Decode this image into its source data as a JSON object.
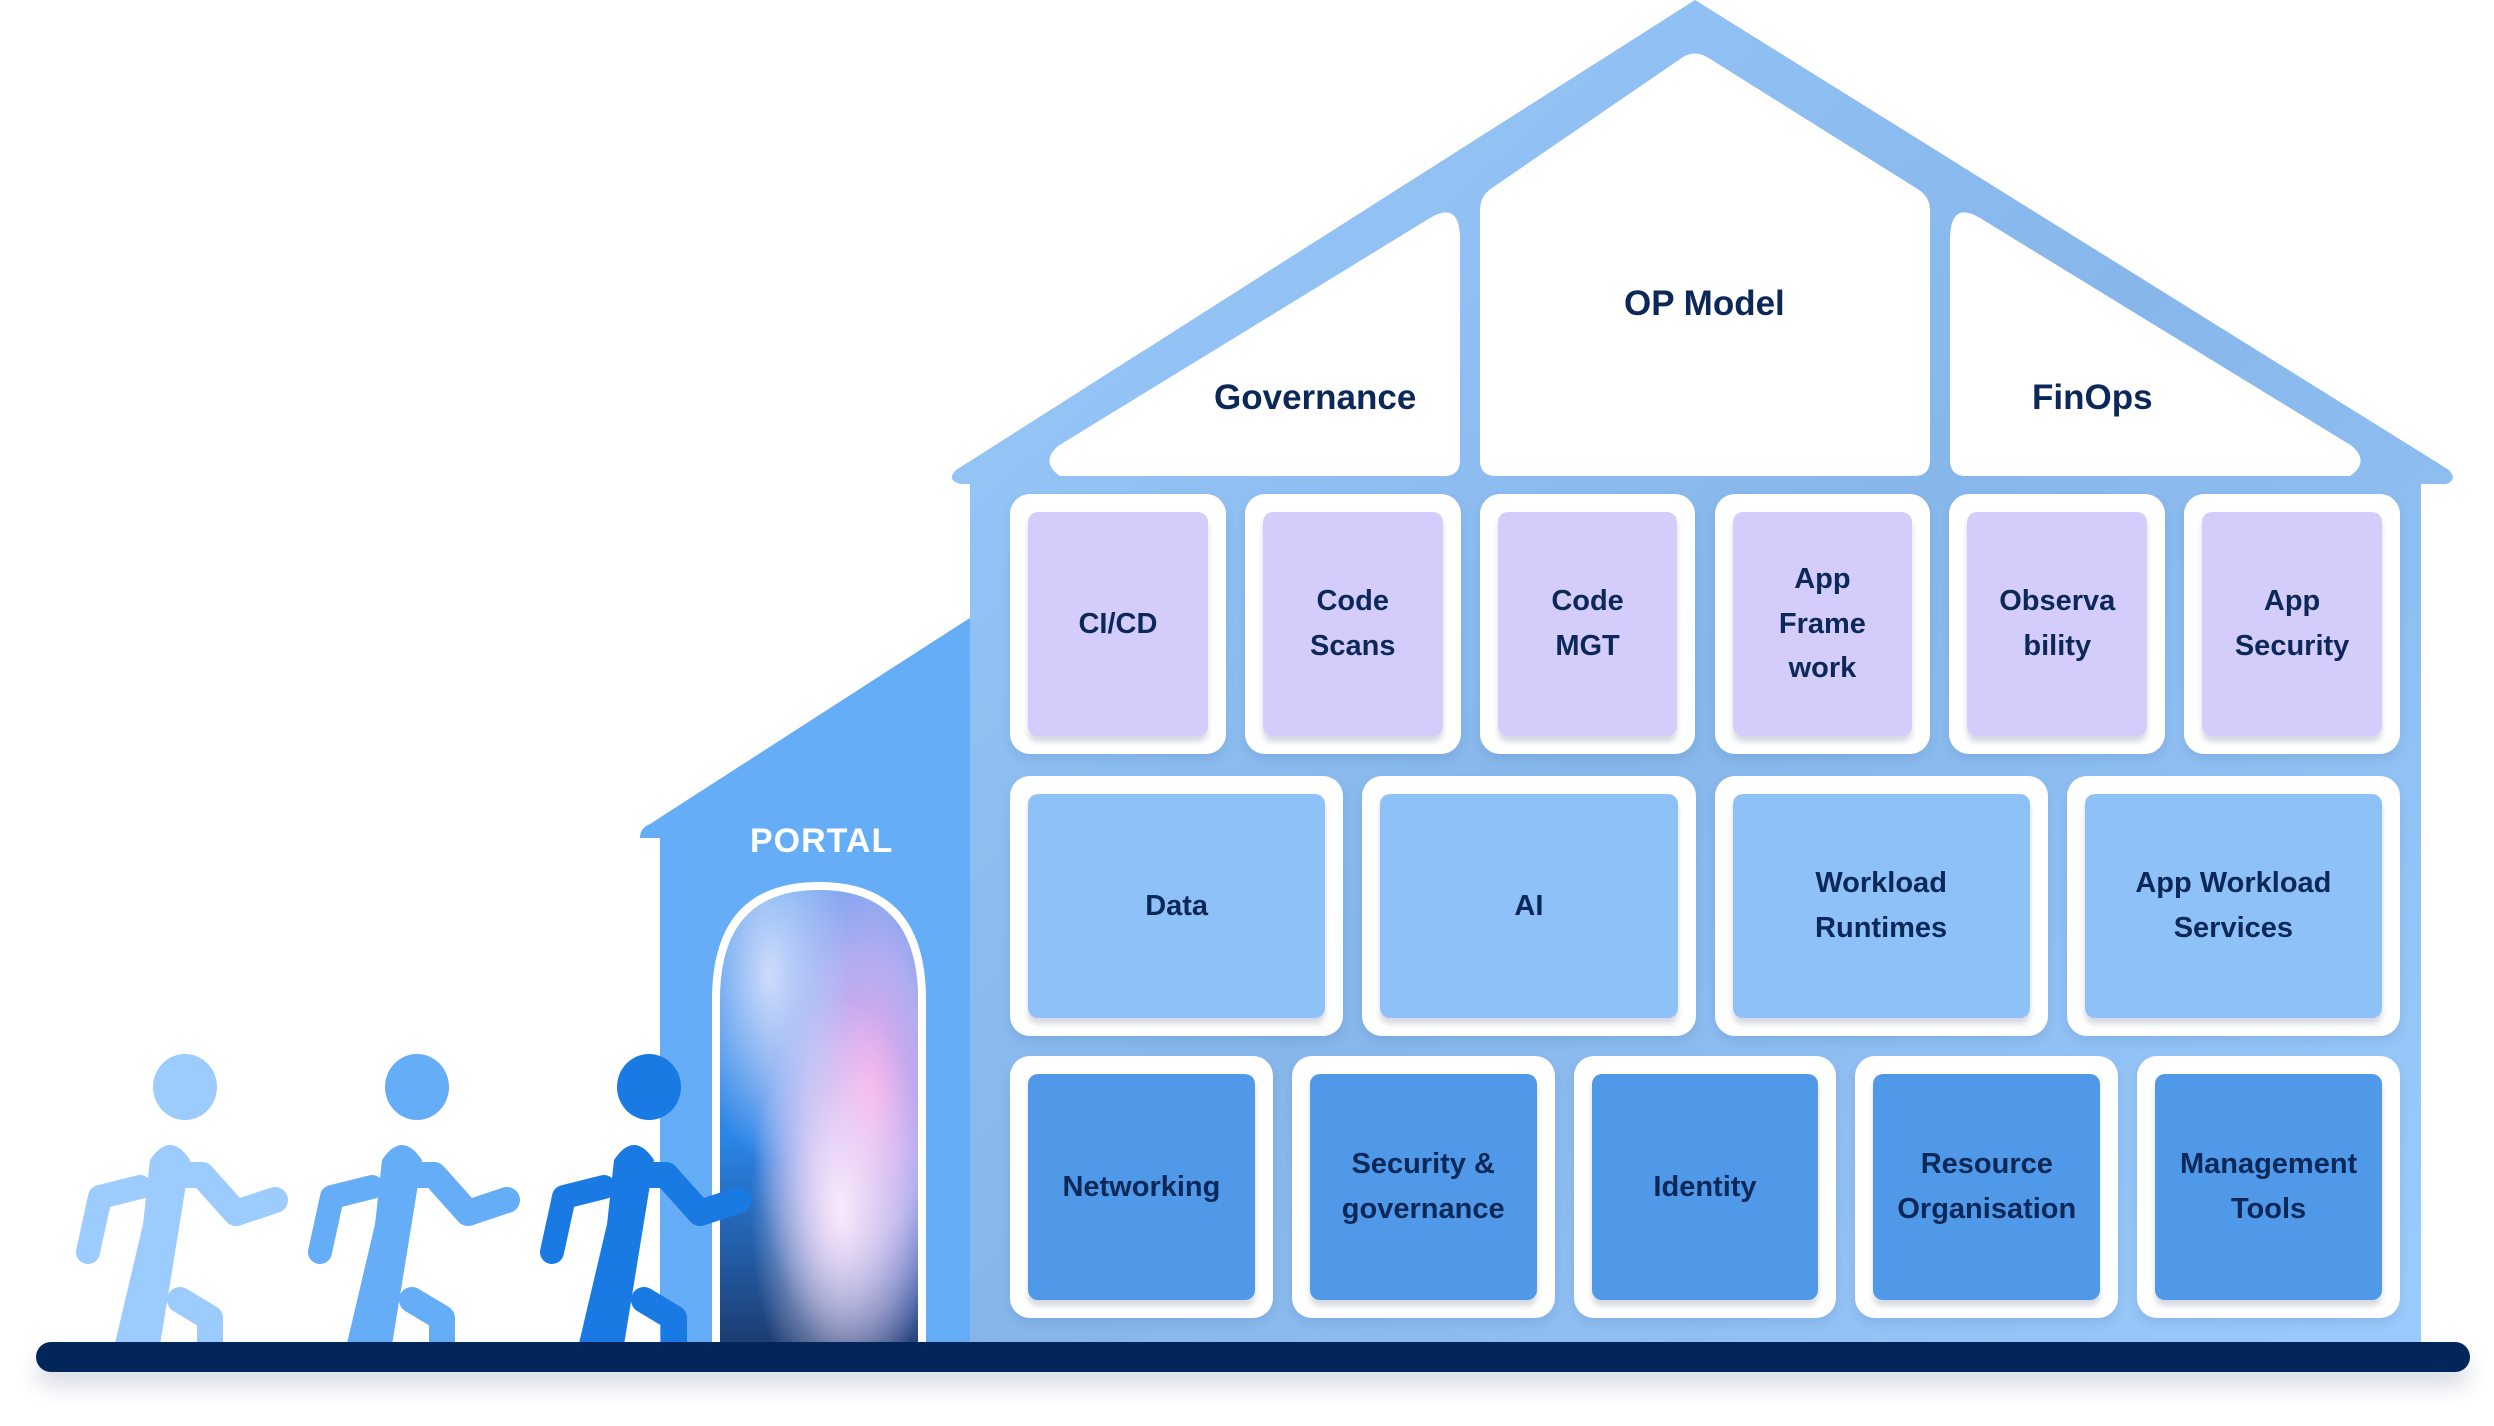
{
  "diagram": {
    "roof": {
      "left_label": "Governance",
      "center_label": "OP Model",
      "right_label": "FinOps"
    },
    "portal": {
      "label": "PORTAL"
    },
    "rows": [
      {
        "name": "top-layer",
        "color": "#d4ccfb",
        "items": [
          "CI/CD",
          "Code\nScans",
          "Code\nMGT",
          "App\nFrame\nwork",
          "Observa\nbility",
          "App\nSecurity"
        ]
      },
      {
        "name": "middle-layer",
        "color": "#8ec1f8",
        "items": [
          "Data",
          "AI",
          "Workload\nRuntimes",
          "App Workload\nServices"
        ]
      },
      {
        "name": "foundation-layer",
        "color": "#5099e8",
        "items": [
          "Networking",
          "Security &\ngovernance",
          "Identity",
          "Resource\nOrganisation",
          "Management\nTools"
        ]
      }
    ],
    "people": [
      {
        "name": "person-1",
        "color": "#9ccbfd"
      },
      {
        "name": "person-2",
        "color": "#66adf7"
      },
      {
        "name": "person-3",
        "color": "#1a7ae4"
      }
    ],
    "colors": {
      "house_frame": "#9ccbfd",
      "portal_building": "#66adf7",
      "text": "#0b2858",
      "ground": "#03265a"
    }
  }
}
